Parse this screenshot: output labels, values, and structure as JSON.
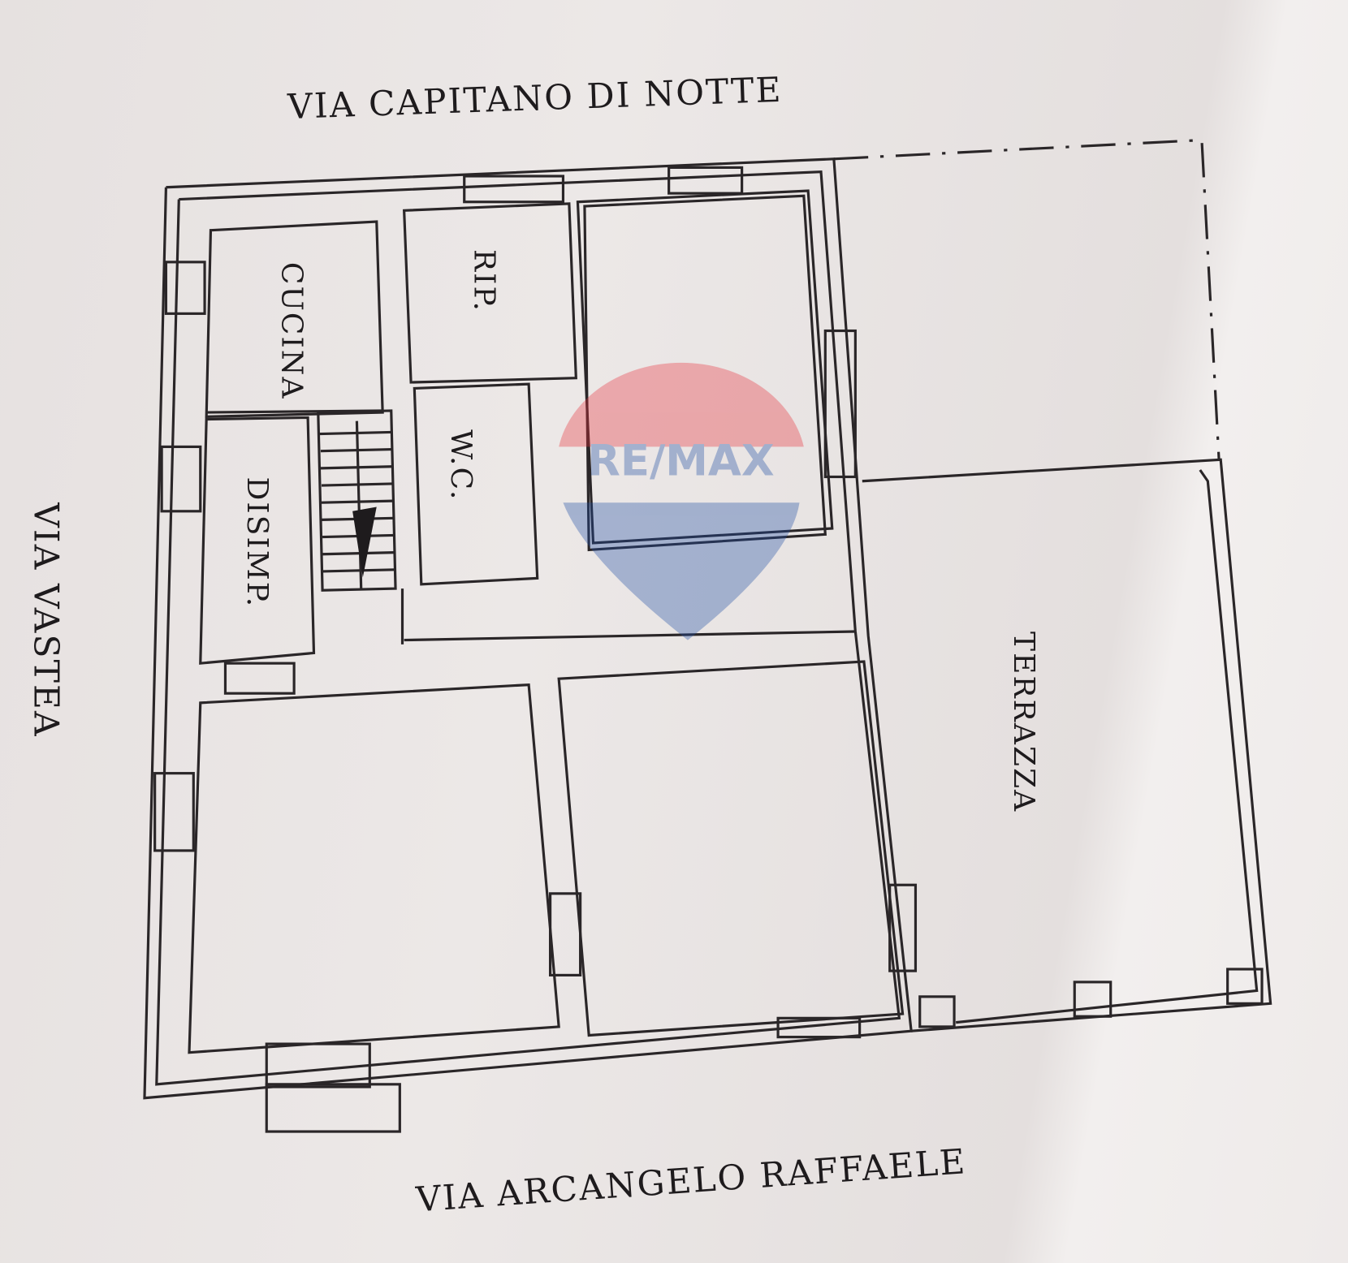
{
  "streets": {
    "north": "VIA CAPITANO DI NOTTE",
    "west": "VIA VASTEA",
    "south": "VIA ARCANGELO RAFFAELE"
  },
  "rooms": {
    "kitchen": "CUCINA",
    "storage": "RIP.",
    "wc": "W.C.",
    "hall": "DISIMP.",
    "terrace": "TERRAZZA"
  },
  "watermark": {
    "text": "RE/MAX",
    "colors": {
      "red": "#e8323c",
      "blue": "#1f4ea3"
    }
  }
}
